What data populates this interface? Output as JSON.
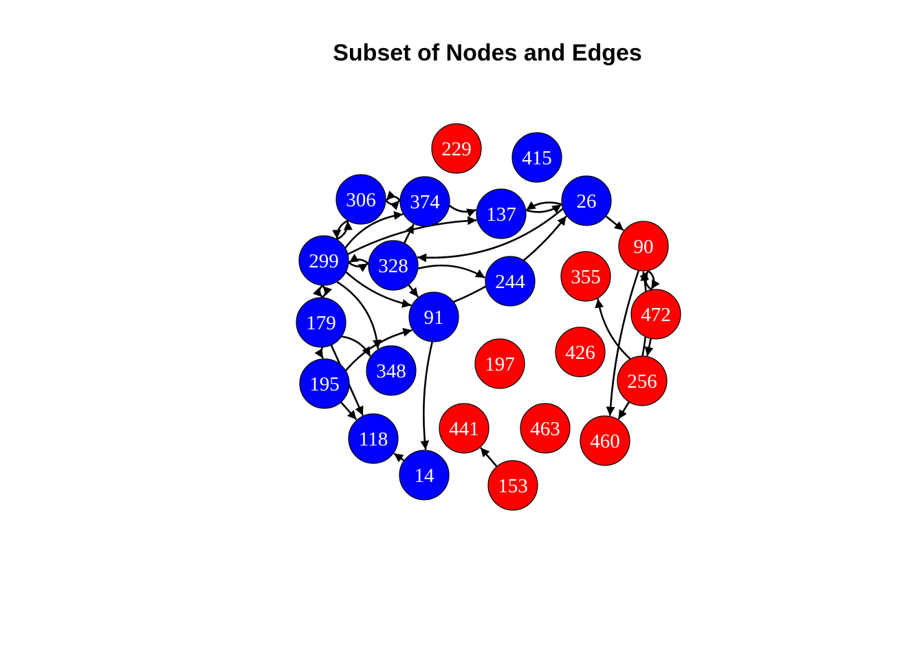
{
  "title": "Subset of Nodes and Edges",
  "colors": {
    "group_a": "#0000ff",
    "group_b": "#ff0000",
    "edge": "#000000",
    "label": "#ffffff"
  },
  "nodes": [
    {
      "id": "229",
      "group": "b"
    },
    {
      "id": "415",
      "group": "a"
    },
    {
      "id": "306",
      "group": "a"
    },
    {
      "id": "374",
      "group": "a"
    },
    {
      "id": "137",
      "group": "a"
    },
    {
      "id": "26",
      "group": "a"
    },
    {
      "id": "90",
      "group": "b"
    },
    {
      "id": "299",
      "group": "a"
    },
    {
      "id": "328",
      "group": "a"
    },
    {
      "id": "244",
      "group": "a"
    },
    {
      "id": "355",
      "group": "b"
    },
    {
      "id": "472",
      "group": "b"
    },
    {
      "id": "179",
      "group": "a"
    },
    {
      "id": "91",
      "group": "a"
    },
    {
      "id": "197",
      "group": "b"
    },
    {
      "id": "426",
      "group": "b"
    },
    {
      "id": "348",
      "group": "a"
    },
    {
      "id": "195",
      "group": "a"
    },
    {
      "id": "256",
      "group": "b"
    },
    {
      "id": "441",
      "group": "b"
    },
    {
      "id": "463",
      "group": "b"
    },
    {
      "id": "460",
      "group": "b"
    },
    {
      "id": "118",
      "group": "a"
    },
    {
      "id": "14",
      "group": "a"
    },
    {
      "id": "153",
      "group": "b"
    }
  ],
  "edges": [
    {
      "from": "306",
      "to": "374"
    },
    {
      "from": "374",
      "to": "306"
    },
    {
      "from": "374",
      "to": "137"
    },
    {
      "from": "137",
      "to": "26"
    },
    {
      "from": "26",
      "to": "137"
    },
    {
      "from": "26",
      "to": "90"
    },
    {
      "from": "26",
      "to": "328"
    },
    {
      "from": "91",
      "to": "26"
    },
    {
      "from": "299",
      "to": "306"
    },
    {
      "from": "306",
      "to": "299"
    },
    {
      "from": "299",
      "to": "374"
    },
    {
      "from": "299",
      "to": "137"
    },
    {
      "from": "328",
      "to": "299"
    },
    {
      "from": "299",
      "to": "328"
    },
    {
      "from": "328",
      "to": "374"
    },
    {
      "from": "328",
      "to": "244"
    },
    {
      "from": "328",
      "to": "91"
    },
    {
      "from": "299",
      "to": "91"
    },
    {
      "from": "299",
      "to": "348"
    },
    {
      "from": "179",
      "to": "299"
    },
    {
      "from": "299",
      "to": "179"
    },
    {
      "from": "179",
      "to": "348"
    },
    {
      "from": "179",
      "to": "118"
    },
    {
      "from": "179",
      "to": "195"
    },
    {
      "from": "195",
      "to": "91"
    },
    {
      "from": "195",
      "to": "118"
    },
    {
      "from": "91",
      "to": "14"
    },
    {
      "from": "14",
      "to": "118"
    },
    {
      "from": "90",
      "to": "472"
    },
    {
      "from": "472",
      "to": "90"
    },
    {
      "from": "472",
      "to": "256"
    },
    {
      "from": "256",
      "to": "355"
    },
    {
      "from": "256",
      "to": "90"
    },
    {
      "from": "90",
      "to": "460"
    },
    {
      "from": "256",
      "to": "460"
    },
    {
      "from": "153",
      "to": "441"
    }
  ]
}
